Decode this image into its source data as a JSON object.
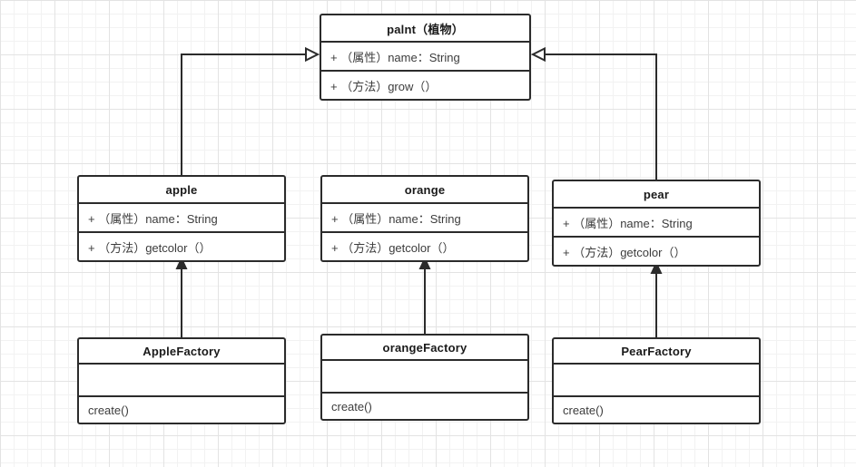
{
  "canvas": {
    "background_color": "#ffffff",
    "grid_minor_color": "#f2f2f2",
    "grid_major_color": "#e3e3e3",
    "stroke_color": "#2b2b2b"
  },
  "diagram": {
    "type": "uml-class-diagram",
    "classes": [
      {
        "id": "palnt",
        "title": "palnt（植物）",
        "attribute": "+ （属性）name：String",
        "method": "+ （方法）grow（）"
      },
      {
        "id": "apple",
        "title": "apple",
        "attribute": "+ （属性）name：String",
        "method": "+ （方法）getcolor（）"
      },
      {
        "id": "orange",
        "title": "orange",
        "attribute": "+ （属性）name：String",
        "method": "+ （方法）getcolor（）"
      },
      {
        "id": "pear",
        "title": "pear",
        "attribute": "+ （属性）name：String",
        "method": "+ （方法）getcolor（）"
      },
      {
        "id": "AppleFactory",
        "title": "AppleFactory",
        "attribute": "",
        "method": "create()"
      },
      {
        "id": "orangeFactory",
        "title": "orangeFactory",
        "attribute": "",
        "method": "create()"
      },
      {
        "id": "PearFactory",
        "title": "PearFactory",
        "attribute": "",
        "method": "create()"
      }
    ],
    "connectors": [
      {
        "from": "apple",
        "to": "palnt",
        "arrowhead": "open-triangle"
      },
      {
        "from": "pear",
        "to": "palnt",
        "arrowhead": "open-triangle"
      },
      {
        "from": "AppleFactory",
        "to": "apple",
        "arrowhead": "filled-triangle"
      },
      {
        "from": "orangeFactory",
        "to": "orange",
        "arrowhead": "filled-triangle"
      },
      {
        "from": "PearFactory",
        "to": "pear",
        "arrowhead": "filled-triangle"
      }
    ]
  }
}
